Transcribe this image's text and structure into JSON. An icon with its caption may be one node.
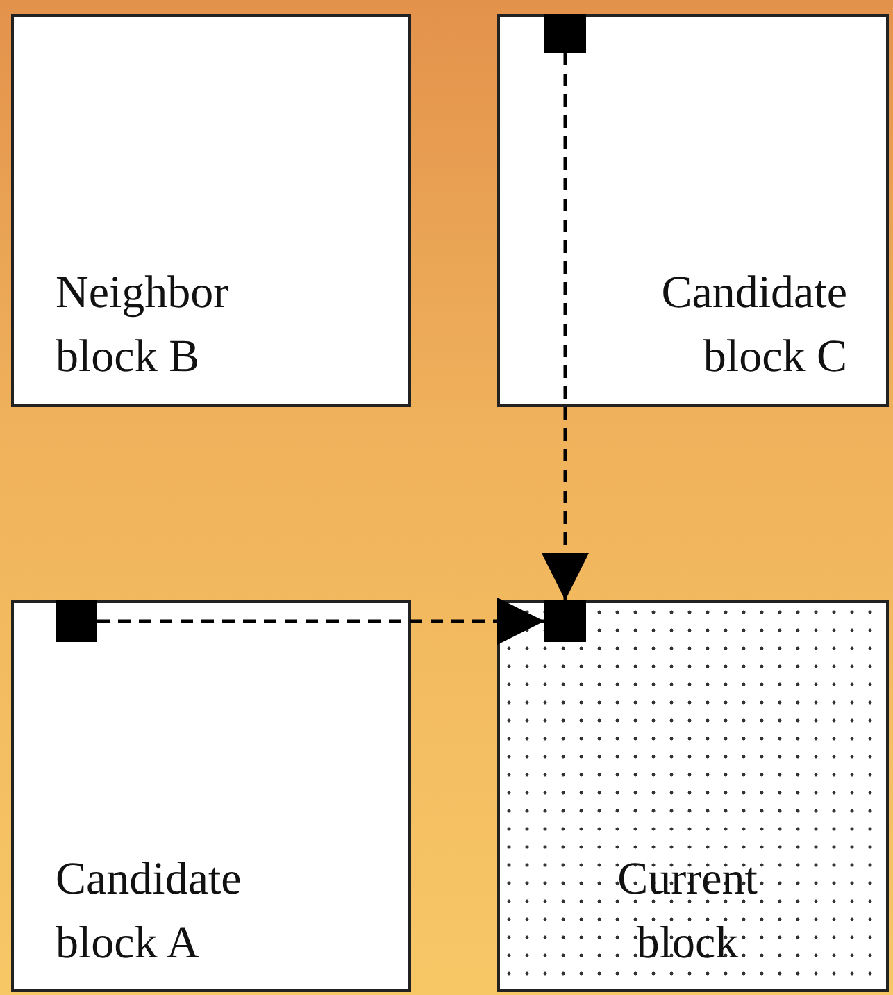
{
  "diagram": {
    "nodes": [
      {
        "text": [
          "Neighbor block B"
        ]
      },
      {
        "text": [
          "Candidate block C"
        ]
      },
      {
        "text": [],
        "shape": "box",
        "in": 1
      },
      {
        "text": [
          "Candidate block A"
        ]
      },
      {
        "text": [],
        "shape": "box",
        "in": 3
      },
      {
        "text": [
          "Current block"
        ]
      },
      {
        "text": [],
        "shape": "box",
        "in": 5
      }
    ],
    "edges": [
      {
        "from": 2,
        "to": 6,
        "arrow": "to",
        "style": "dashed"
      },
      {
        "from": 4,
        "to": 6,
        "arrow": "to",
        "style": "dashed"
      }
    ]
  }
}
